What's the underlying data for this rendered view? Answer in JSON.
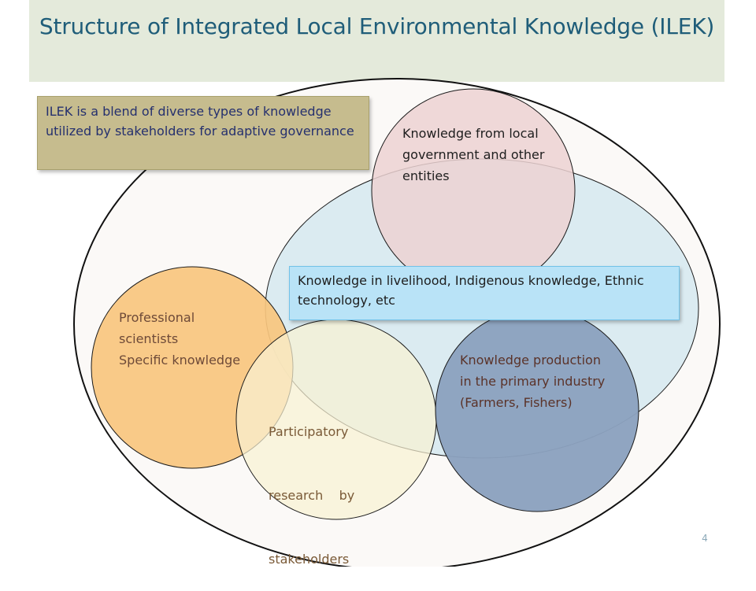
{
  "title": "Structure of Integrated Local Environmental Knowledge (ILEK)",
  "notes": {
    "ilek": "ILEK is a blend of diverse types of knowledge utilized by stakeholders for adaptive governance",
    "livelihood": "Knowledge in livelihood, Indigenous knowledge, Ethnic technology, etc"
  },
  "circles": {
    "local_government": "Knowledge from local government and other entities",
    "professional": {
      "line1": "Professional",
      "line2": "scientists",
      "line3": "Specific knowledge"
    },
    "participatory": {
      "line1": "Participatory",
      "line2": "research    by",
      "line3": "stakeholders"
    },
    "primary_industry": "Knowledge production in the primary industry (Farmers, Fishers)"
  },
  "page_number": "4",
  "colors": {
    "title": "#1f5d79",
    "title_band": "#e4eadb",
    "outer_ellipse": "#fbf9f7",
    "livelihood_ellipse": "#d9eaf0",
    "local_government_circle": "#ecd2d2",
    "professional_circle": "#f9c57e",
    "participatory_circle": "#f8f1d2",
    "primary_industry_circle": "#8ba1be"
  }
}
